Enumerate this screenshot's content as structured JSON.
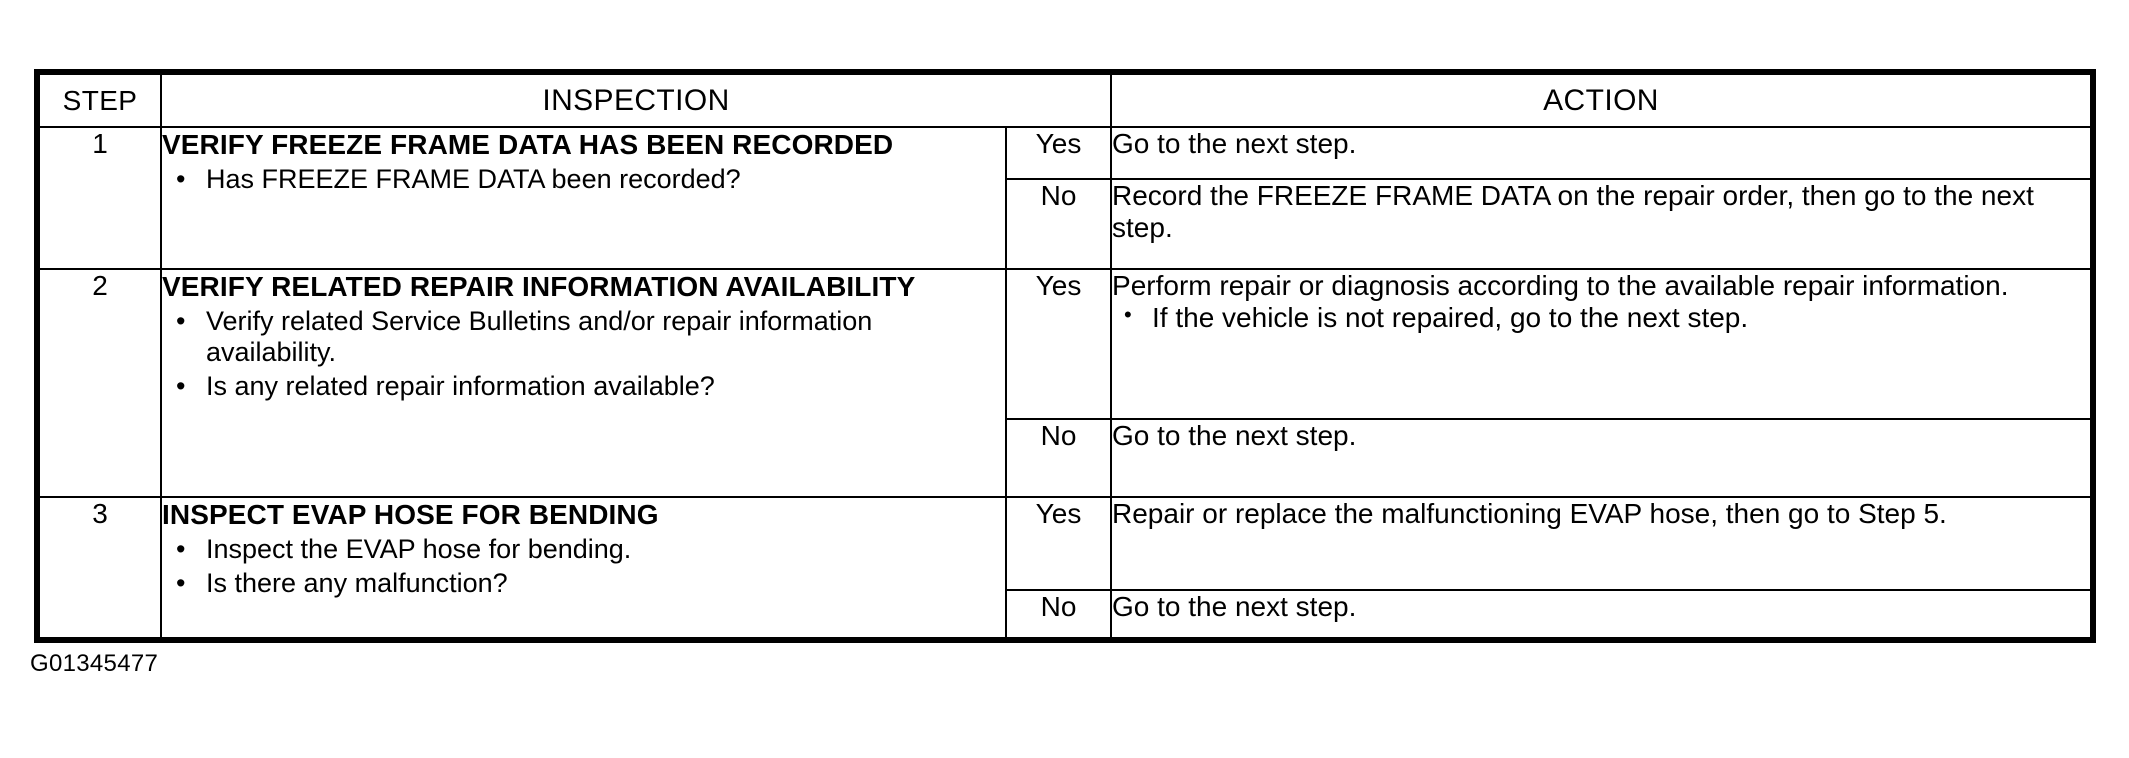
{
  "table": {
    "headers": {
      "step": "STEP",
      "inspection": "INSPECTION",
      "action": "ACTION"
    },
    "labels": {
      "yes": "Yes",
      "no": "No"
    },
    "rows": [
      {
        "step": "1",
        "inspection_title": "VERIFY FREEZE FRAME DATA HAS BEEN RECORDED",
        "inspection_bullets": [
          "Has FREEZE FRAME DATA been recorded?"
        ],
        "yes_label": "Yes",
        "yes_action_lines": [
          "Go to the next step."
        ],
        "yes_action_bullets": [],
        "no_label": "No",
        "no_action_lines": [
          "Record the FREEZE FRAME DATA on the repair order, then go to the next step."
        ],
        "no_action_bullets": []
      },
      {
        "step": "2",
        "inspection_title": "VERIFY RELATED REPAIR INFORMATION AVAILABILITY",
        "inspection_bullets": [
          "Verify related Service Bulletins and/or repair information availability.",
          "Is any related repair information available?"
        ],
        "yes_label": "Yes",
        "yes_action_lines": [
          "Perform repair or diagnosis according to the available repair information."
        ],
        "yes_action_bullets": [
          "If the vehicle is not repaired, go to the next step."
        ],
        "no_label": "No",
        "no_action_lines": [
          "Go to the next step."
        ],
        "no_action_bullets": []
      },
      {
        "step": "3",
        "inspection_title": "INSPECT EVAP HOSE FOR BENDING",
        "inspection_bullets": [
          "Inspect the EVAP hose for bending.",
          "Is there any malfunction?"
        ],
        "yes_label": "Yes",
        "yes_action_lines": [
          "Repair or replace the malfunctioning EVAP hose, then go to Step 5."
        ],
        "yes_action_bullets": [],
        "no_label": "No",
        "no_action_lines": [
          "Go to the next step."
        ],
        "no_action_bullets": []
      }
    ]
  },
  "figure_code": "G01345477",
  "bullet_glyph": "•",
  "colors": {
    "ink": "#000000",
    "paper": "#ffffff"
  }
}
